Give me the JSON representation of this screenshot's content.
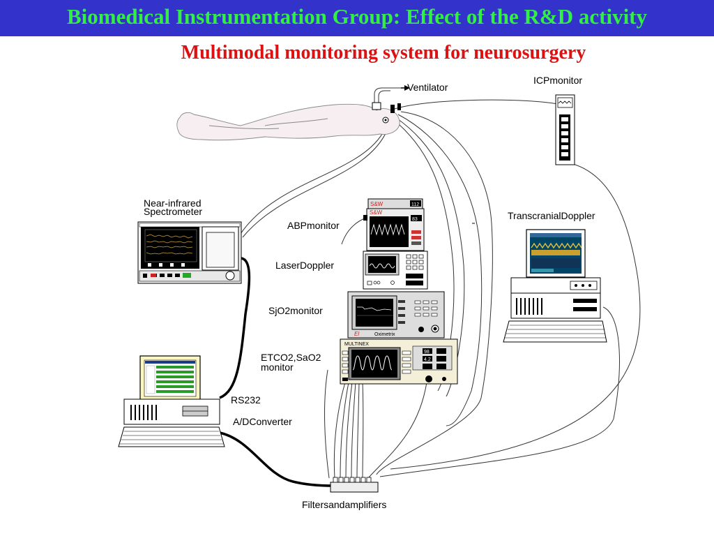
{
  "header": {
    "title": "Biomedical Instrumentation Group: Effect of the R&D activity"
  },
  "subtitle": "Multimodal monitoring system for neurosurgery",
  "diagram": {
    "labels": {
      "ventilator": "Ventilator",
      "icp_monitor": "ICPmonitor",
      "nirs_line1": "Near-infrared",
      "nirs_line2": "Spectrometer",
      "abp_monitor": "ABPmonitor",
      "laser_doppler": "LaserDoppler",
      "sjo2_monitor": "SjO2monitor",
      "etco2_line1": "ETCO2,SaO2",
      "etco2_line2": "monitor",
      "tcd": "TranscranialDoppler",
      "rs232": "RS232",
      "adc": "A/DConverter",
      "filters": "Filtersandamplifiers"
    },
    "device_text": {
      "sw_brand": "S&W",
      "abp_value1": "112",
      "abp_value2": "83",
      "sjo2_brand": "Oximetrix",
      "sjo2_logo": "El",
      "multinex": "MULTINEX",
      "mx_val1": "98",
      "mx_val2": "4.2"
    }
  }
}
